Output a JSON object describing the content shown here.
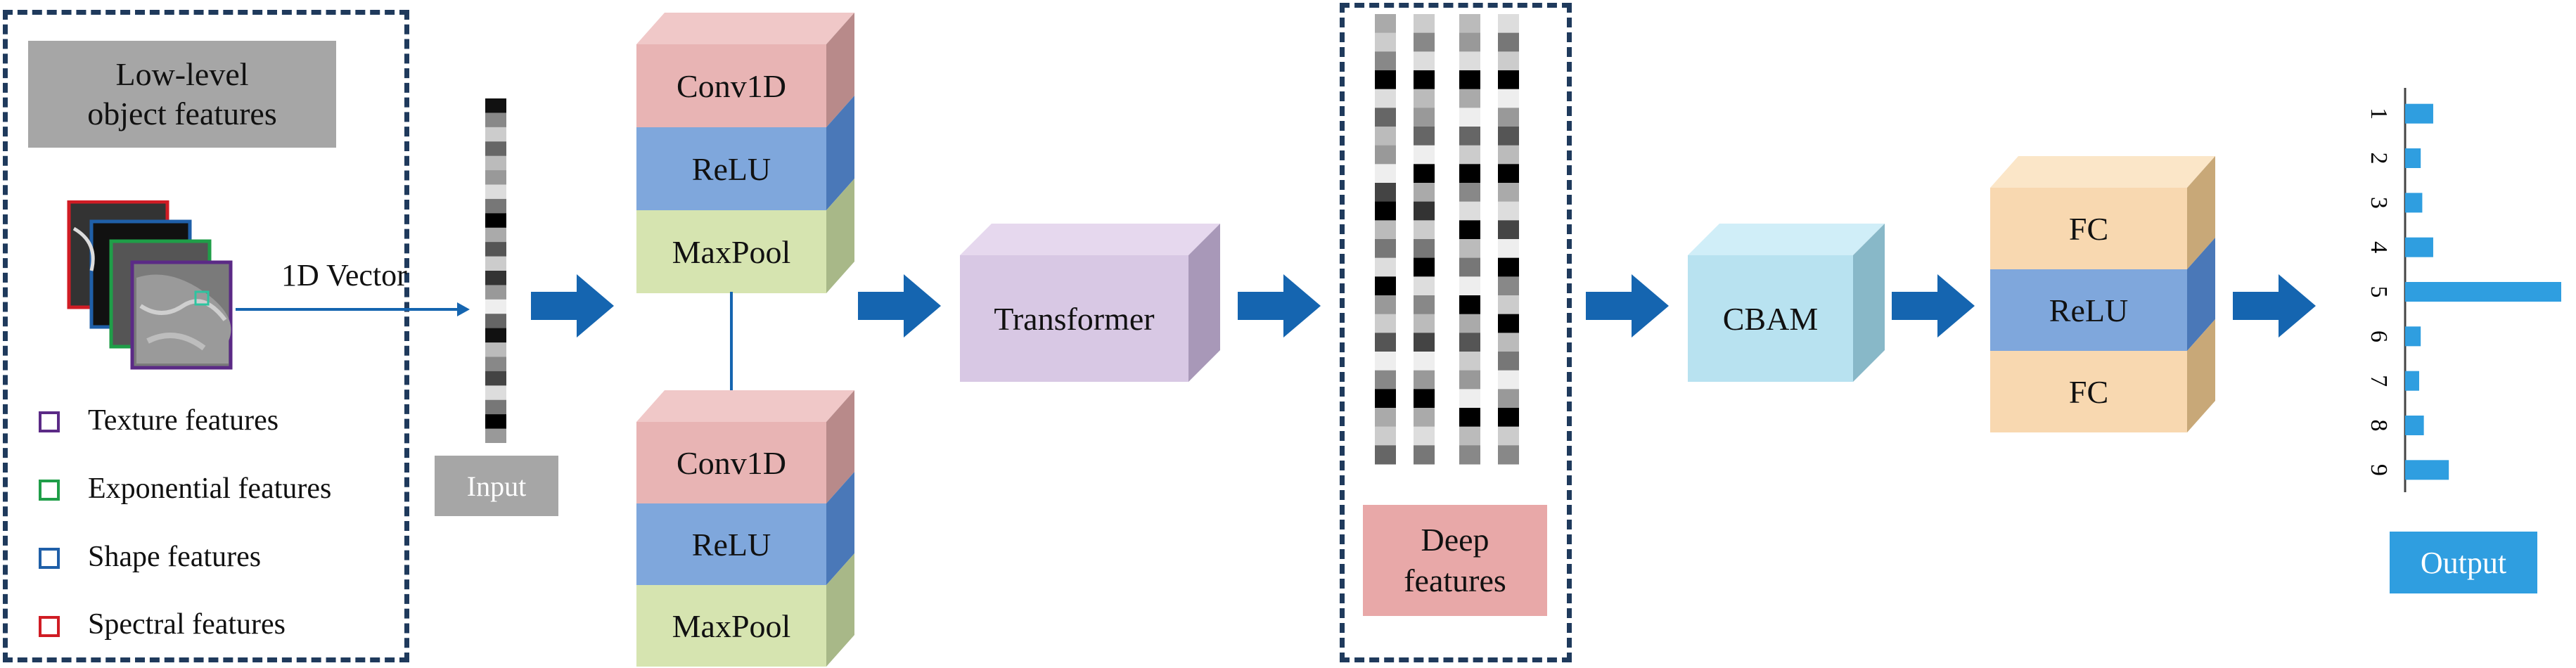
{
  "left_panel": {
    "title_line1": "Low-level",
    "title_line2": "object features",
    "legend": [
      {
        "label": "Texture features",
        "color": "#5b2a86"
      },
      {
        "label": "Exponential features",
        "color": "#1f9e48"
      },
      {
        "label": "Shape features",
        "color": "#1f5fa8"
      },
      {
        "label": "Spectral features",
        "color": "#d01c24"
      }
    ]
  },
  "vector_label": "1D Vector",
  "input_label": "Input",
  "cnn_block_top": {
    "layers": [
      "Conv1D",
      "ReLU",
      "MaxPool"
    ]
  },
  "cnn_block_bottom": {
    "layers": [
      "Conv1D",
      "ReLU",
      "MaxPool"
    ]
  },
  "transformer_label": "Transformer",
  "deep_features_label_line1": "Deep",
  "deep_features_label_line2": "features",
  "cbam_label": "CBAM",
  "fc_block": {
    "layers": [
      "FC",
      "ReLU",
      "FC"
    ]
  },
  "output_label": "Output",
  "output_chart": {
    "classes": [
      "1",
      "2",
      "3",
      "4",
      "5",
      "6",
      "7",
      "8",
      "9"
    ],
    "values": [
      0.18,
      0.1,
      0.11,
      0.18,
      1.0,
      0.1,
      0.09,
      0.12,
      0.28
    ]
  },
  "colors": {
    "arrow": "#1565b0",
    "conv": "#e8b4b4",
    "relu": "#7fa7dc",
    "maxpool": "#d6e4b0",
    "transformer": "#d8c8e4",
    "cbam": "#b8e2f0",
    "fc": "#f8d8b0",
    "bar": "#2f9ee0"
  }
}
